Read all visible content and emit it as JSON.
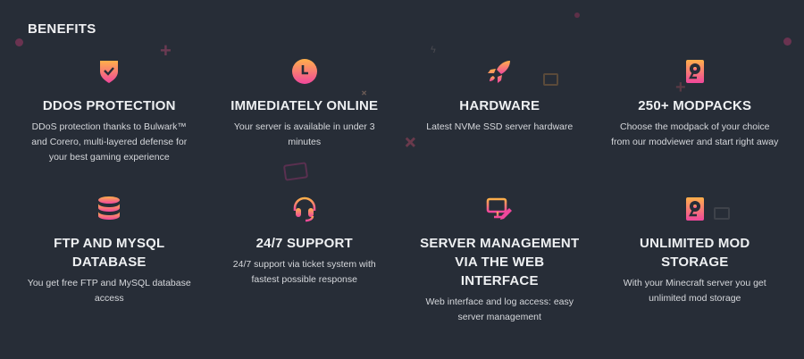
{
  "section": {
    "title": "BENEFITS"
  },
  "colors": {
    "background": "#272d37",
    "gradient_top": "#ffb04a",
    "gradient_bottom": "#f0479c",
    "title": "#eef0f2",
    "text": "#d6d8dc"
  },
  "features": [
    {
      "icon": "shield-check-icon",
      "title": "DDOS PROTECTION",
      "description": "DDoS protection thanks to Bulwark™ and Corero, multi-layered defense for your best gaming experience"
    },
    {
      "icon": "clock-icon",
      "title": "IMMEDIATELY ONLINE",
      "description": "Your server is available in under 3 minutes"
    },
    {
      "icon": "rocket-icon",
      "title": "HARDWARE",
      "description": "Latest NVMe SSD server hardware"
    },
    {
      "icon": "hard-drive-icon",
      "title": "250+ MODPACKS",
      "description": "Choose the modpack of your choice from our modviewer and start right away"
    },
    {
      "icon": "database-icon",
      "title": "FTP AND MYSQL DATABASE",
      "description": "You get free FTP and MySQL database access"
    },
    {
      "icon": "headset-icon",
      "title": "24/7 SUPPORT",
      "description": "24/7 support via ticket system with fastest possible response"
    },
    {
      "icon": "monitor-edit-icon",
      "title": "SERVER MANAGEMENT VIA THE WEB INTERFACE",
      "description": "Web interface and log access: easy server management"
    },
    {
      "icon": "hard-drive-icon",
      "title": "UNLIMITED MOD STORAGE",
      "description": "With your Minecraft server you get unlimited mod storage"
    }
  ]
}
